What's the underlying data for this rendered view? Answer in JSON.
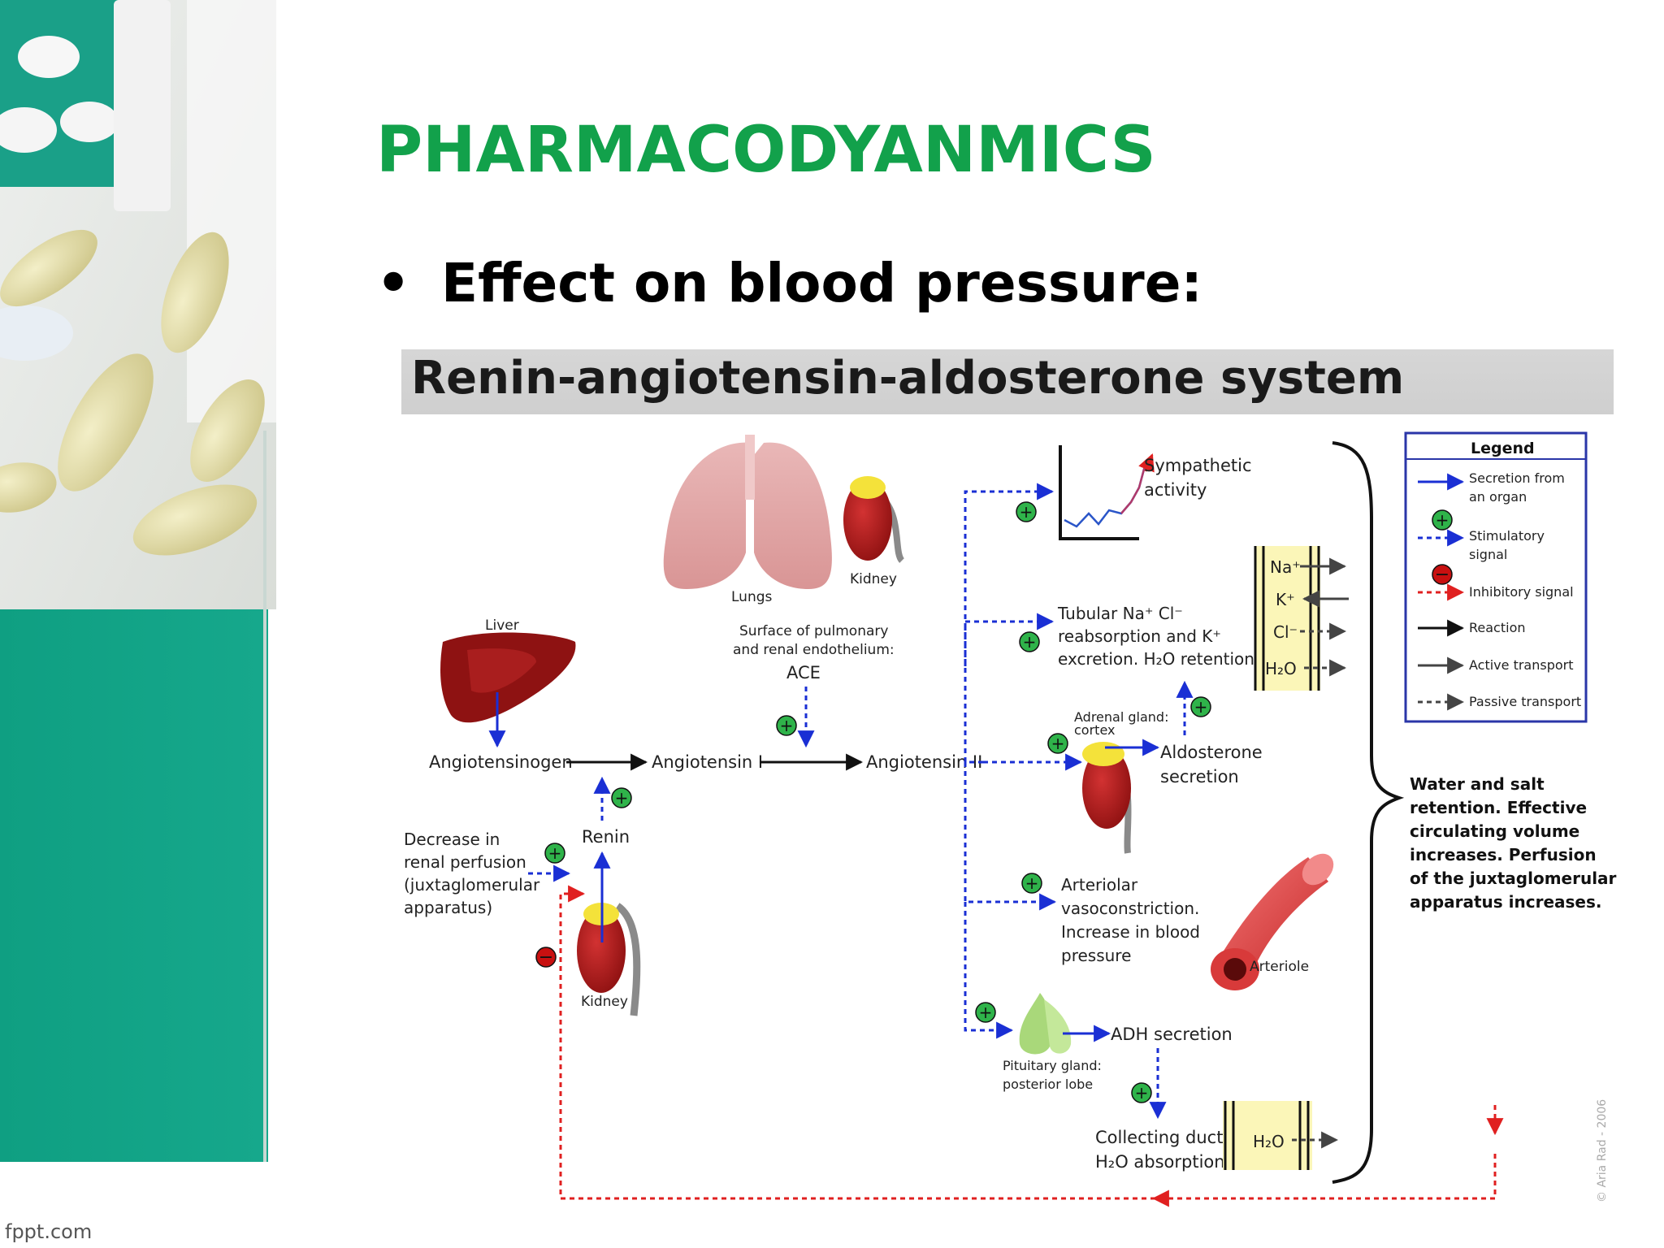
{
  "slide": {
    "title": "PHARMACODYANMICS",
    "bullet": "Effect on blood pressure:",
    "footer": "fppt.com"
  },
  "diagram": {
    "title": "Renin-angiotensin-aldosterone system",
    "labels": {
      "liver": "Liver",
      "lungs": "Lungs",
      "kidney_top": "Kidney",
      "kidney_bottom": "Kidney",
      "ace_line1": "Surface of pulmonary",
      "ace_line2": "and renal endothelium:",
      "ace": "ACE",
      "angiotensinogen": "Angiotensinogen",
      "angiotensin1": "Angiotensin I",
      "angiotensin2": "Angiotensin II",
      "renin": "Renin",
      "decrease_line1": "Decrease in",
      "decrease_line2": "renal perfusion",
      "decrease_line3": "(juxtaglomerular",
      "decrease_line4": "apparatus)",
      "sympathetic_line1": "Sympathetic",
      "sympathetic_line2": "activity",
      "tubular_line1": "Tubular Na⁺ Cl⁻",
      "tubular_line2": "reabsorption and K⁺",
      "tubular_line3": "excretion. H₂O retention",
      "adrenal_line1": "Adrenal gland:",
      "adrenal_line2": "cortex",
      "aldosterone_line1": "Aldosterone",
      "aldosterone_line2": "secretion",
      "arteriolar_line1": "Arteriolar",
      "arteriolar_line2": "vasoconstriction.",
      "arteriolar_line3": "Increase in blood",
      "arteriolar_line4": "pressure",
      "arteriole": "Arteriole",
      "adh": "ADH secretion",
      "pituitary_line1": "Pituitary gland:",
      "pituitary_line2": "posterior lobe",
      "collecting_line1": "Collecting duct:",
      "collecting_line2": "H₂O absorption",
      "ion_na": "Na⁺",
      "ion_k": "K⁺",
      "ion_cl": "Cl⁻",
      "ion_h2o": "H₂O",
      "ion_h2o_duct": "H₂O",
      "result_line1": "Water and salt",
      "result_line2": "retention. Effective",
      "result_line3": "circulating volume",
      "result_line4": "increases. Perfusion",
      "result_line5": "of the juxtaglomerular",
      "result_line6": "apparatus increases.",
      "watermark": "© Aria Rad - 2006"
    },
    "legend": {
      "title": "Legend",
      "secretion_line1": "Secretion from",
      "secretion_line2": "an organ",
      "stimulatory_line1": "Stimulatory",
      "stimulatory_line2": "signal",
      "inhibitory": "Inhibitory signal",
      "reaction": "Reaction",
      "active": "Active transport",
      "passive": "Passive transport"
    },
    "colors": {
      "secretion": "#1a2fd4",
      "stimulatory": "#1a2fd4",
      "inhibitory": "#e02020",
      "plus_circle": "#2fb34a",
      "minus_circle": "#c81010",
      "organ_red": "#9b1414",
      "title_green": "#12a14b",
      "teal": "#12a287"
    }
  }
}
